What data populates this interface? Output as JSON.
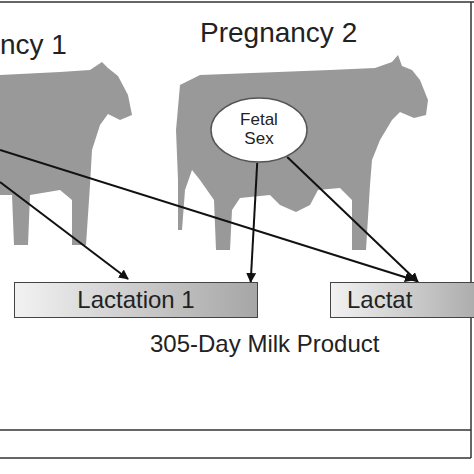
{
  "diagram": {
    "nodes": [
      {
        "text": [
          "Fetal Sex"
        ]
      },
      {
        "text": [
          "Lactation 1"
        ]
      },
      {
        "text": [
          "Lactat"
        ]
      }
    ],
    "edges": [
      {
        "from": 0,
        "to": 1,
        "arrow": "to"
      },
      {
        "from": 0,
        "to": 2,
        "arrow": "to"
      }
    ],
    "labels": [
      "ncy 1",
      "Pregnancy 2",
      "305-Day Milk Product"
    ]
  }
}
